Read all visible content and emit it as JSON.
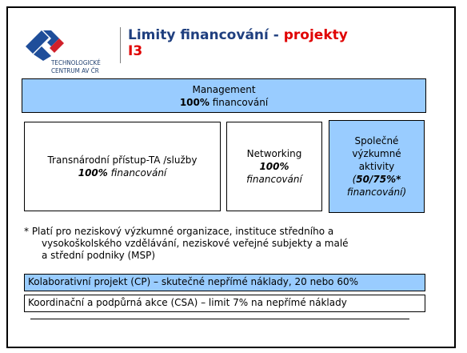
{
  "logo": {
    "line1": "TECHNOLOGICKÉ",
    "line2": "CENTRUM AV ČR",
    "colors": {
      "blue": "#1f4e9a",
      "red": "#d0202a"
    }
  },
  "title": {
    "main": "Limity financování - ",
    "highlight": "projekty",
    "second_line": "I3"
  },
  "management": {
    "label": "Management",
    "percent": "100%",
    "suffix": " financování"
  },
  "transnational": {
    "label": "Transnárodní přístup-TA /služby",
    "percent": "100%",
    "suffix": " financování"
  },
  "networking": {
    "label": "Networking",
    "percent": "100%",
    "suffix": "financování"
  },
  "joint": {
    "line1": "Společné",
    "line2": "výzkumné",
    "line3": "aktivity",
    "open": "(",
    "percent": "50/75%*",
    "suffix": "financování",
    "close": ")"
  },
  "note": {
    "line1": "* Platí pro neziskový výzkumné organizace, instituce středního a",
    "line2": "vysokoškolského vzdělávání, neziskové veřejné subjekty a malé",
    "line3": "a střední podniky (MSP)"
  },
  "cp_bar": "Kolaborativní projekt (CP) – skutečné nepřímé náklady, 20 nebo 60%",
  "csa_bar": "Koordinační a podpůrná akce (CSA) – limit 7% na nepřímé náklady",
  "colors": {
    "box_blue": "#99ccff",
    "title_blue": "#1f3f7f",
    "title_red": "#e00000"
  }
}
